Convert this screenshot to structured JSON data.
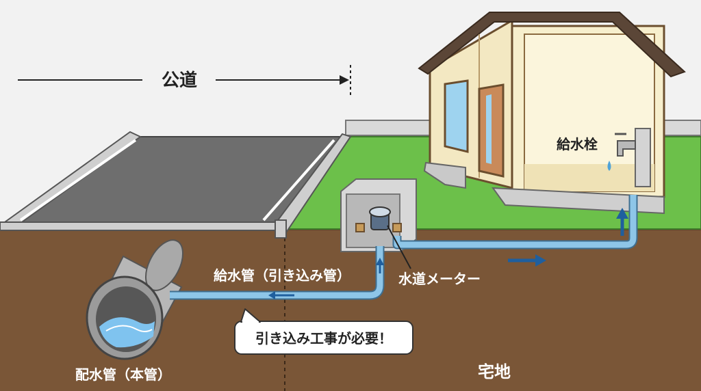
{
  "labels": {
    "public_road": "公道",
    "faucet": "給水栓",
    "supply_pipe": "給水管（引き込み管）",
    "water_meter": "水道メーター",
    "callout": "引き込み工事が必要！",
    "main_pipe": "配水管（本管）",
    "residential_lot": "宅地"
  },
  "colors": {
    "soil": "#7a5637",
    "grass": "#6cc04a",
    "road": "#6e6e6e",
    "pipe": "#8ec6e8",
    "arrow": "#1f5f9e",
    "house_wall": "#f7efcd",
    "roof": "#5b4637"
  }
}
